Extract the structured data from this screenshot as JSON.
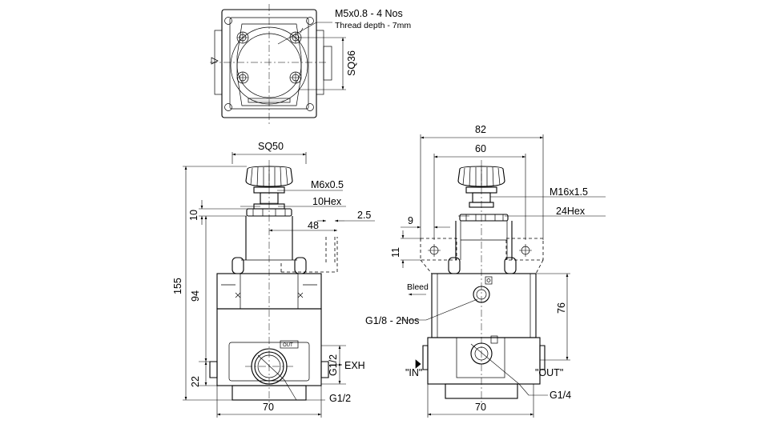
{
  "top_view": {
    "thread_note": "M5x0.8 - 4 Nos",
    "thread_depth": "Thread depth - 7mm",
    "sq36": "SQ36"
  },
  "front_view": {
    "sq50": "SQ50",
    "m6": "M6x0.5",
    "hex10": "10Hex",
    "dim_10": "10",
    "dim_2_5": "2.5",
    "dim_48": "48",
    "dim_155": "155",
    "dim_94": "94",
    "dim_22": "22",
    "out_tag": "OUT",
    "g12_exh": "G1/2",
    "exh": "EXH",
    "g12_port": "G1/2",
    "dim_70": "70"
  },
  "side_view": {
    "dim_82": "82",
    "dim_60": "60",
    "m16": "M16x1.5",
    "hex24": "24Hex",
    "dim_9": "9",
    "dim_11": "11",
    "bleed": "Bleed",
    "g18": "G1/8 - 2Nos",
    "dim_76": "76",
    "in_label": "\"IN\"",
    "out_label": "\"OUT\"",
    "g14": "G1/4",
    "dim_70": "70"
  }
}
